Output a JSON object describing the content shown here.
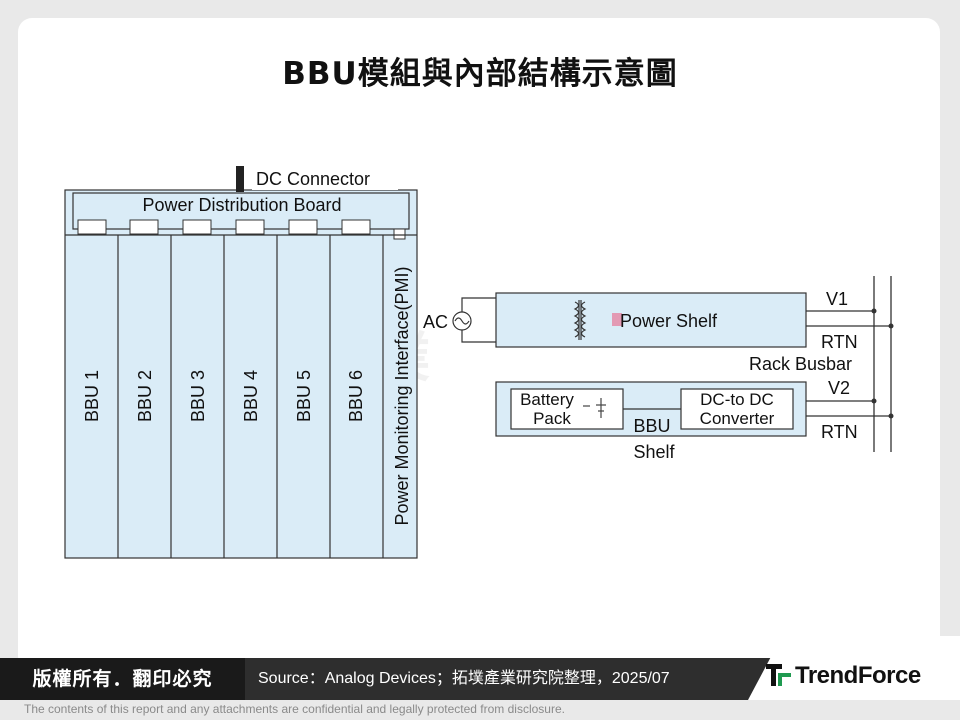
{
  "title": "BBU模組與內部結構示意圖",
  "bbu_module": {
    "dc_connector": "DC Connector",
    "power_distribution_board": "Power Distribution Board",
    "bbus": [
      "BBU 1",
      "BBU 2",
      "BBU 3",
      "BBU 4",
      "BBU 5",
      "BBU 6"
    ],
    "pmi": "Power Monitoring Interface(PMI)"
  },
  "shelf_diagram": {
    "ac": "AC",
    "power_shelf": "Power Shelf",
    "v1": "V1",
    "rtn1": "RTN",
    "rack_busbar": "Rack Busbar",
    "v2": "V2",
    "rtn2": "RTN",
    "battery_pack_line1": "Battery",
    "battery_pack_line2": "Pack",
    "dcdc_line1": "DC-to DC",
    "dcdc_line2": "Converter",
    "bbu_shelf_line1": "BBU",
    "bbu_shelf_line2": "Shelf"
  },
  "watermark": "拓墣",
  "footer": {
    "copyright": "版權所有．翻印必究",
    "source": "Source：Analog Devices；拓墣產業研究院整理，2025/07",
    "brand": "TrendForce",
    "disclaimer": "The contents of this report and any attachments are confidential and legally protected from disclosure."
  },
  "colors": {
    "panel_fill": "#daecf7",
    "panel_stroke": "#333333",
    "power_shelf_marker": "#e39ab4",
    "brand_green": "#1f9a50"
  }
}
